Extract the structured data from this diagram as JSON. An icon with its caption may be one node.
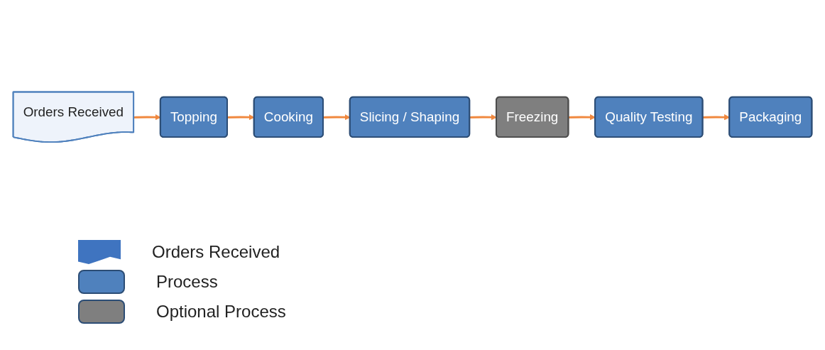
{
  "diagram": {
    "nodes": [
      {
        "text": [
          "Orders Received"
        ]
      },
      {
        "text": [
          "Topping"
        ]
      },
      {
        "text": [
          "Cooking"
        ]
      },
      {
        "text": [
          "Slicing / Shaping"
        ]
      },
      {
        "text": [
          "Freezing"
        ]
      },
      {
        "text": [
          "Quality Testing"
        ]
      },
      {
        "text": [
          "Packaging"
        ]
      }
    ],
    "edges": [
      {
        "from": 0,
        "to": 1,
        "arrow": "to"
      },
      {
        "from": 1,
        "to": 2,
        "arrow": "to"
      },
      {
        "from": 2,
        "to": 3,
        "arrow": "to"
      },
      {
        "from": 3,
        "to": 4,
        "arrow": "to"
      },
      {
        "from": 4,
        "to": 5,
        "arrow": "to"
      },
      {
        "from": 5,
        "to": 6,
        "arrow": "to"
      }
    ],
    "legend": [
      {
        "text": "Orders Received",
        "color": "#3f74c0"
      },
      {
        "text": "Process",
        "color": "#4f81bd"
      },
      {
        "text": "Optional Process",
        "color": "#7f7f7f"
      }
    ]
  }
}
